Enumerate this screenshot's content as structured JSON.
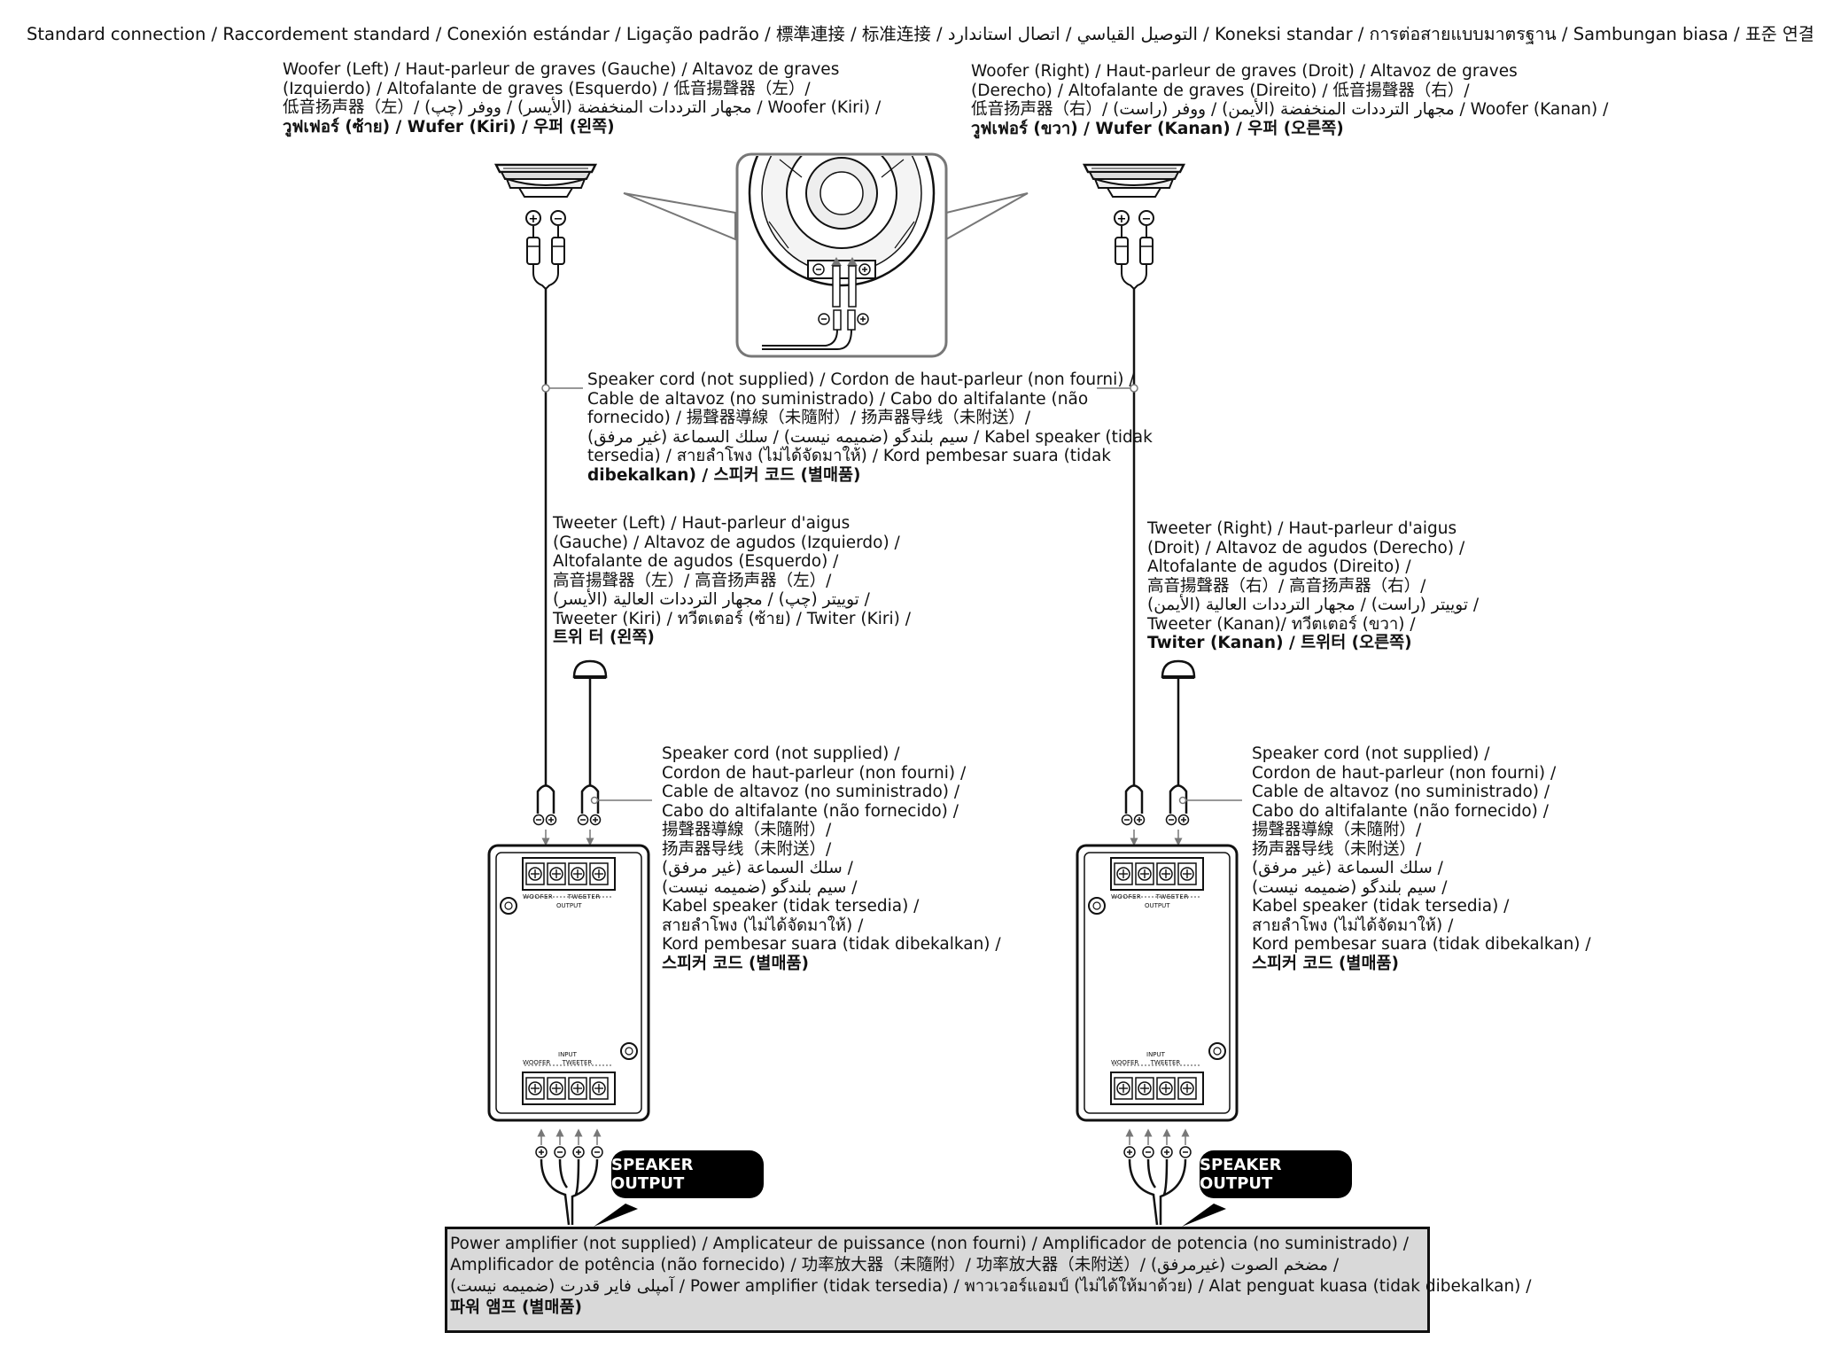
{
  "title": "Standard connection / Raccordement standard / Conexión estándar / Ligação padrão / 標準連接 / 标准连接 / التوصيل القياسي / اتصال استاندارد / Koneksi standar / การต่อสายแบบมาตรฐาน / Sambungan biasa / 표준 연결",
  "woofer_left": {
    "lines": [
      "Woofer (Left) / Haut-parleur de graves (Gauche) / Altavoz de graves",
      "(Izquierdo) / Altofalante de graves (Esquerdo) / 低音揚聲器（左）/",
      "低音扬声器（左）/ مجهار الترددات المنخفضة (الأيسر) / ووفر (چپ) / Woofer (Kiri) /",
      "วูฟเฟอร์ (ซ้าย) / Wufer (Kiri) / 우퍼 (왼쪽)"
    ]
  },
  "woofer_right": {
    "lines": [
      "Woofer (Right) / Haut-parleur de graves (Droit) / Altavoz de graves",
      "(Derecho) / Altofalante de graves (Direito) / 低音揚聲器（右）/",
      "低音扬声器（右）/ مجهار الترددات المنخفضة (الأيمن) / ووفر (راست) / Woofer (Kanan) /",
      "วูฟเฟอร์ (ขวา) / Wufer (Kanan) / 우퍼 (오른쪽)"
    ]
  },
  "speaker_cord_top": {
    "lines": [
      "Speaker cord (not supplied) / Cordon de haut-parleur (non fourni) /",
      "Cable de altavoz (no suministrado) / Cabo do altifalante (não",
      "fornecido) / 揚聲器導線（未隨附）/ 扬声器导线（未附送）/",
      "سيم بلندگو (ضميمه نيست) / سلك السماعة (غير مرفق) / Kabel speaker (tidak",
      "tersedia) / สายลำโพง (ไม่ได้จัดมาให้) / Kord pembesar suara (tidak",
      "dibekalkan) / 스피커 코드 (별매품)"
    ]
  },
  "tweeter_left": {
    "lines": [
      "Tweeter (Left) / Haut-parleur d'aigus",
      "(Gauche) / Altavoz de agudos (Izquierdo) /",
      "Altofalante de agudos (Esquerdo) /",
      "高音揚聲器（左）/ 高音扬声器（左）/",
      "توييتر (چپ) / مجهار الترددات العالية (الأيسر) /",
      "Tweeter (Kiri) / ทวีตเตอร์ (ซ้าย) / Twiter (Kiri) /",
      "트위 터 (왼쪽)"
    ]
  },
  "tweeter_right": {
    "lines": [
      "Tweeter (Right) / Haut-parleur d'aigus",
      "(Droit) / Altavoz de agudos (Derecho) /",
      "Altofalante de agudos (Direito) /",
      "高音揚聲器（右）/ 高音扬声器（右）/",
      "توييتر (راست) / مجهار الترددات العالية (الأيمن) /",
      "Tweeter (Kanan)/ ทวีตเตอร์ (ขวา) /",
      "Twiter (Kanan) / 트위터 (오른쪽)"
    ]
  },
  "speaker_cord_side": {
    "lines": [
      "Speaker cord (not supplied) /",
      "Cordon de haut-parleur (non fourni) /",
      "Cable de altavoz (no suministrado) /",
      "Cabo do altifalante (não fornecido) /",
      "揚聲器導線（未隨附）/",
      "扬声器导线（未附送）/",
      "سلك السماعة (غير مرفق) /",
      "سيم بلندگو (ضميمه نيست) /",
      "Kabel speaker (tidak tersedia) /",
      "สายลำโพง (ไม่ได้จัดมาให้) /",
      "Kord pembesar suara (tidak dibekalkan) /",
      "스피커 코드 (별매품)"
    ]
  },
  "speaker_output_label": "SPEAKER OUTPUT",
  "amplifier": {
    "lines": [
      "Power amplifier (not supplied) / Amplicateur de puissance (non fourni) / Amplificador de potencia (no suministrado) /",
      "Amplificador de potência (não fornecido) / 功率放大器（未隨附）/ 功率放大器（未附送）/ مضخم الصوت (غيرمرفق) /",
      "آمپلی فایر قدرت (ضميمه نيست) / Power amplifier (tidak tersedia) / พาวเวอร์แอมป์ (ไม่ได้ให้มาด้วย) / Alat penguat kuasa (tidak dibekalkan) /",
      "파워 앰프 (별매품)"
    ]
  },
  "crossover": {
    "output_label": "OUTPUT",
    "input_label": "INPUT",
    "woofer_label": "WOOFER",
    "tweeter_label": "TWEETER"
  },
  "terminal_symbols": {
    "plus": "+",
    "minus": "−"
  }
}
